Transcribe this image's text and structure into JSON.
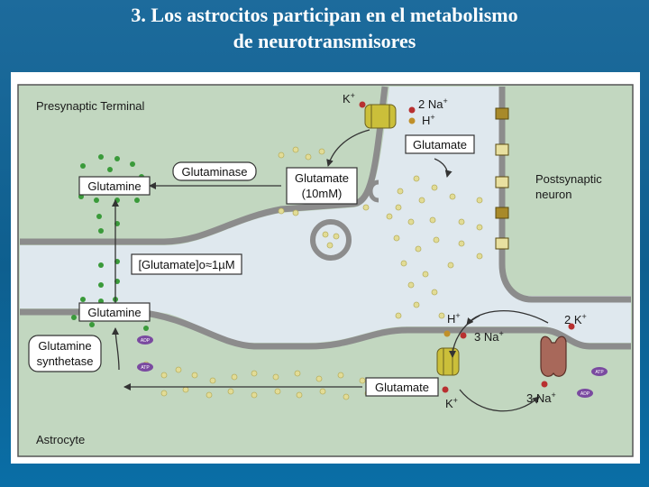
{
  "slide": {
    "title_line1": "3. Los astrocitos participan en el metabolismo",
    "title_line2": "de neurotransmisores"
  },
  "diagram": {
    "regions": {
      "presynaptic": "Presynaptic Terminal",
      "postsynaptic_line1": "Postsynaptic",
      "postsynaptic_line2": "neuron",
      "astrocyte": "Astrocyte"
    },
    "boxes": {
      "glutamine_top": "Glutamine",
      "glutaminase": "Glutaminase",
      "glutamate_pre_line1": "Glutamate",
      "glutamate_pre_line2": "(10mM)",
      "glutamate_transporter_top": "Glutamate",
      "extracellular_conc": "[Glutamate]o≈1µM",
      "glutamine_astro": "Glutamine",
      "synthetase_line1": "Glutamine",
      "synthetase_line2": "synthetase",
      "glutamate_astro": "Glutamate"
    },
    "ions": {
      "k_top": "K",
      "na_top": "2 Na",
      "h_top": "H",
      "h_astro": "H",
      "na3_astro": "3 Na",
      "k2_pump": "2 K",
      "k_astro": "K",
      "na3_pump": "3 Na",
      "plus": "+"
    },
    "molecules": {
      "adp": "ADP",
      "atp": "ATP"
    },
    "colors": {
      "cytoplasm": "#c2d7c0",
      "extracellular": "#dfe8ee",
      "membrane": "#8c8c8c",
      "glutamine_dot": "#3a9a3a",
      "glutamate_dot": "#e2dc96",
      "arrow": "#333333",
      "transporter": "#cbbf3a",
      "pump": "#a8685a",
      "channel": "#a88a2a"
    }
  }
}
